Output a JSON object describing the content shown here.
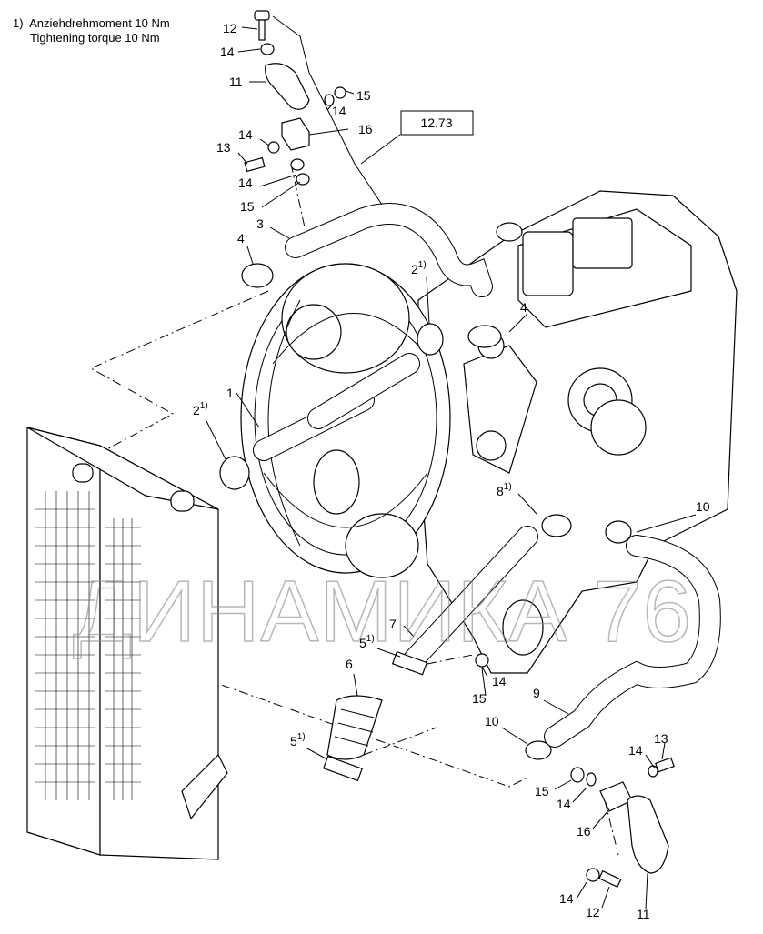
{
  "note": {
    "marker": "1)",
    "line1": "Anziehdrehmoment 10 Nm",
    "line2": "Tightening torque 10 Nm"
  },
  "reference_box": "12.73",
  "watermark": "ДИНАМИКА 76",
  "callouts": [
    {
      "num": "12",
      "sup": ""
    },
    {
      "num": "14",
      "sup": ""
    },
    {
      "num": "11",
      "sup": ""
    },
    {
      "num": "15",
      "sup": ""
    },
    {
      "num": "14",
      "sup": ""
    },
    {
      "num": "16",
      "sup": ""
    },
    {
      "num": "14",
      "sup": ""
    },
    {
      "num": "13",
      "sup": ""
    },
    {
      "num": "14",
      "sup": ""
    },
    {
      "num": "15",
      "sup": ""
    },
    {
      "num": "3",
      "sup": ""
    },
    {
      "num": "4",
      "sup": ""
    },
    {
      "num": "2",
      "sup": "1)"
    },
    {
      "num": "4",
      "sup": ""
    },
    {
      "num": "1",
      "sup": ""
    },
    {
      "num": "2",
      "sup": "1)"
    },
    {
      "num": "8",
      "sup": "1)"
    },
    {
      "num": "10",
      "sup": ""
    },
    {
      "num": "7",
      "sup": ""
    },
    {
      "num": "5",
      "sup": "1)"
    },
    {
      "num": "6",
      "sup": ""
    },
    {
      "num": "14",
      "sup": ""
    },
    {
      "num": "15",
      "sup": ""
    },
    {
      "num": "9",
      "sup": ""
    },
    {
      "num": "10",
      "sup": ""
    },
    {
      "num": "5",
      "sup": "1)"
    },
    {
      "num": "13",
      "sup": ""
    },
    {
      "num": "14",
      "sup": ""
    },
    {
      "num": "15",
      "sup": ""
    },
    {
      "num": "14",
      "sup": ""
    },
    {
      "num": "16",
      "sup": ""
    },
    {
      "num": "14",
      "sup": ""
    },
    {
      "num": "12",
      "sup": ""
    },
    {
      "num": "11",
      "sup": ""
    }
  ]
}
